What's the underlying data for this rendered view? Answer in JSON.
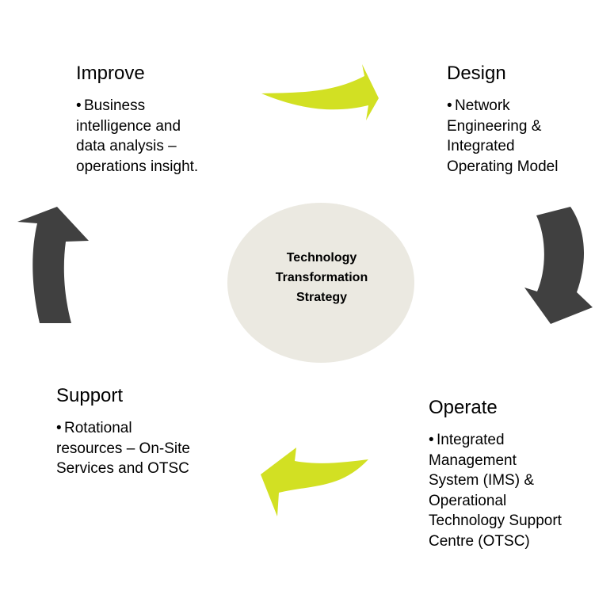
{
  "center": {
    "lines": [
      "Technology",
      "Transformation",
      "Strategy"
    ]
  },
  "stages": {
    "improve": {
      "title": "Improve",
      "lines": [
        "Business",
        "intelligence and",
        "data analysis –",
        "operations insight."
      ]
    },
    "design": {
      "title": "Design",
      "lines": [
        "Network",
        "Engineering &",
        "Integrated",
        "Operating Model"
      ]
    },
    "operate": {
      "title": "Operate",
      "lines": [
        "Integrated",
        "Management",
        "System (IMS) &",
        "Operational",
        "Technology Support",
        "Centre (OTSC)"
      ]
    },
    "support": {
      "title": "Support",
      "lines": [
        "Rotational",
        "resources – On-Site",
        "Services and OTSC"
      ]
    }
  },
  "bullet_char": "•",
  "colors": {
    "circle_fill": "#ebe9e1",
    "lime_arrow": "#d2e023",
    "dark_arrow": "#404040",
    "text": "#000000"
  },
  "arrows": [
    {
      "name": "improve-to-design-arrow",
      "color": "lime",
      "direction": "right"
    },
    {
      "name": "design-to-operate-arrow",
      "color": "dark",
      "direction": "down"
    },
    {
      "name": "operate-to-support-arrow",
      "color": "lime",
      "direction": "left"
    },
    {
      "name": "support-to-improve-arrow",
      "color": "dark",
      "direction": "up"
    }
  ]
}
